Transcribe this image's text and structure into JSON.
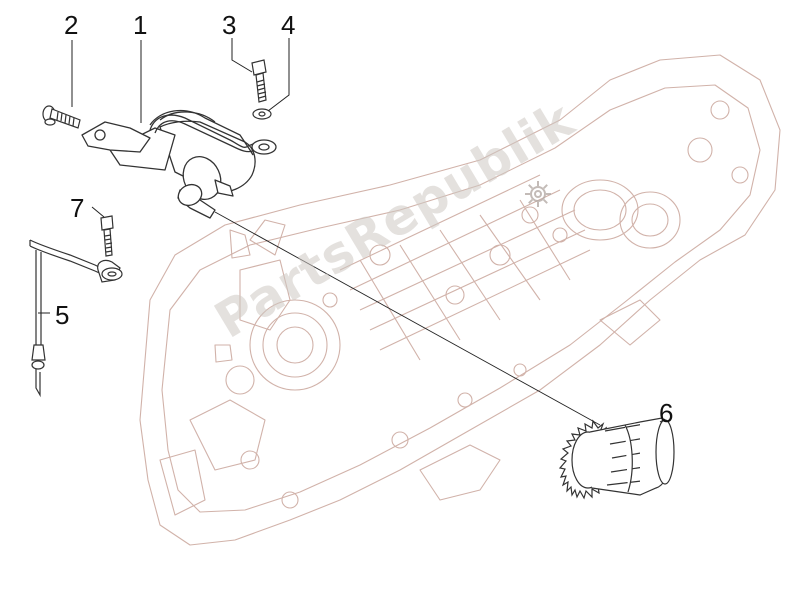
{
  "diagram": {
    "callouts": [
      "1",
      "2",
      "3",
      "4",
      "5",
      "6",
      "7"
    ],
    "watermark": "PartsRepublik"
  },
  "colors": {
    "engine_outline": "#c9a59b",
    "parts_outline": "#333333",
    "leader_line": "#222222",
    "watermark": "#cdc8c3"
  }
}
